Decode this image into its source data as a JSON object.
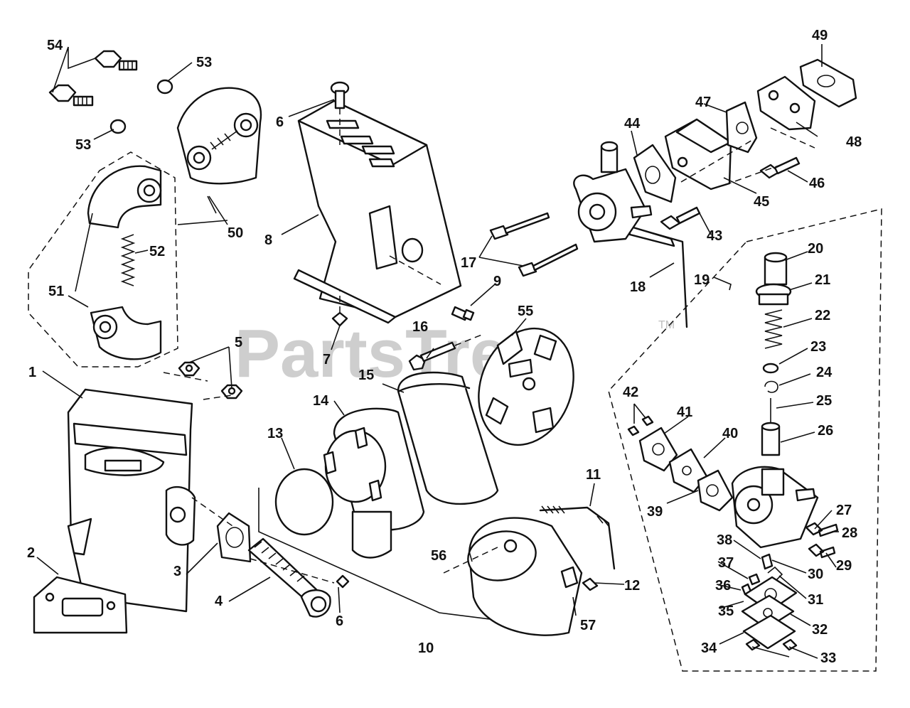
{
  "watermark": {
    "text": "PartsTree",
    "trademark": "TM"
  },
  "callouts": {
    "n1": "1",
    "n2": "2",
    "n3": "3",
    "n4": "4",
    "n5": "5",
    "n6a": "6",
    "n6b": "6",
    "n7": "7",
    "n8": "8",
    "n9": "9",
    "n10": "10",
    "n11": "11",
    "n12": "12",
    "n13": "13",
    "n14": "14",
    "n15": "15",
    "n16": "16",
    "n17": "17",
    "n18": "18",
    "n19": "19",
    "n20": "20",
    "n21": "21",
    "n22": "22",
    "n23": "23",
    "n24": "24",
    "n25": "25",
    "n26": "26",
    "n27": "27",
    "n28": "28",
    "n29": "29",
    "n30": "30",
    "n31": "31",
    "n32": "32",
    "n33": "33",
    "n34": "34",
    "n35": "35",
    "n36": "36",
    "n37": "37",
    "n38": "38",
    "n39": "39",
    "n40": "40",
    "n41": "41",
    "n42": "42",
    "n43": "43",
    "n44": "44",
    "n45": "45",
    "n46": "46",
    "n47": "47",
    "n48": "48",
    "n49": "49",
    "n50": "50",
    "n51": "51",
    "n52": "52",
    "n53a": "53",
    "n53b": "53",
    "n54": "54",
    "n55": "55",
    "n56": "56",
    "n57": "57"
  }
}
